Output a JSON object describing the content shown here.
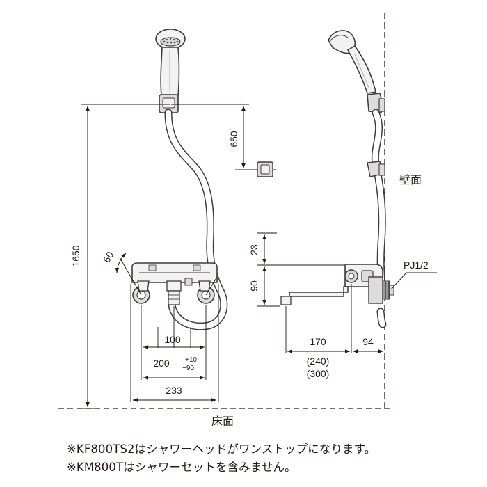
{
  "colors": {
    "line": "#231815",
    "outline": "#3e3a39",
    "fill_light": "#f2f2f2",
    "fill_mid": "#dcdcdd"
  },
  "front_view": {
    "dim_total_height": "1650",
    "dim_hook_height": "650",
    "dim_angle": "60",
    "dim_center_100": "100",
    "dim_pitch_200": "200",
    "tol_plus": "+10",
    "tol_minus": "−90",
    "dim_width_233": "233"
  },
  "side_view": {
    "wall_label": "壁面",
    "thread_label": "PJ1/2",
    "dim_23": "23",
    "dim_90": "90",
    "dim_170": "170",
    "dim_94": "94",
    "alt_240": "(240)",
    "alt_300": "(300)"
  },
  "floor_label": "床面",
  "notes": [
    "※KF800TS2はシャワーヘッドがワンストップになります。",
    "※KM800Tはシャワーセットを含みません。"
  ]
}
